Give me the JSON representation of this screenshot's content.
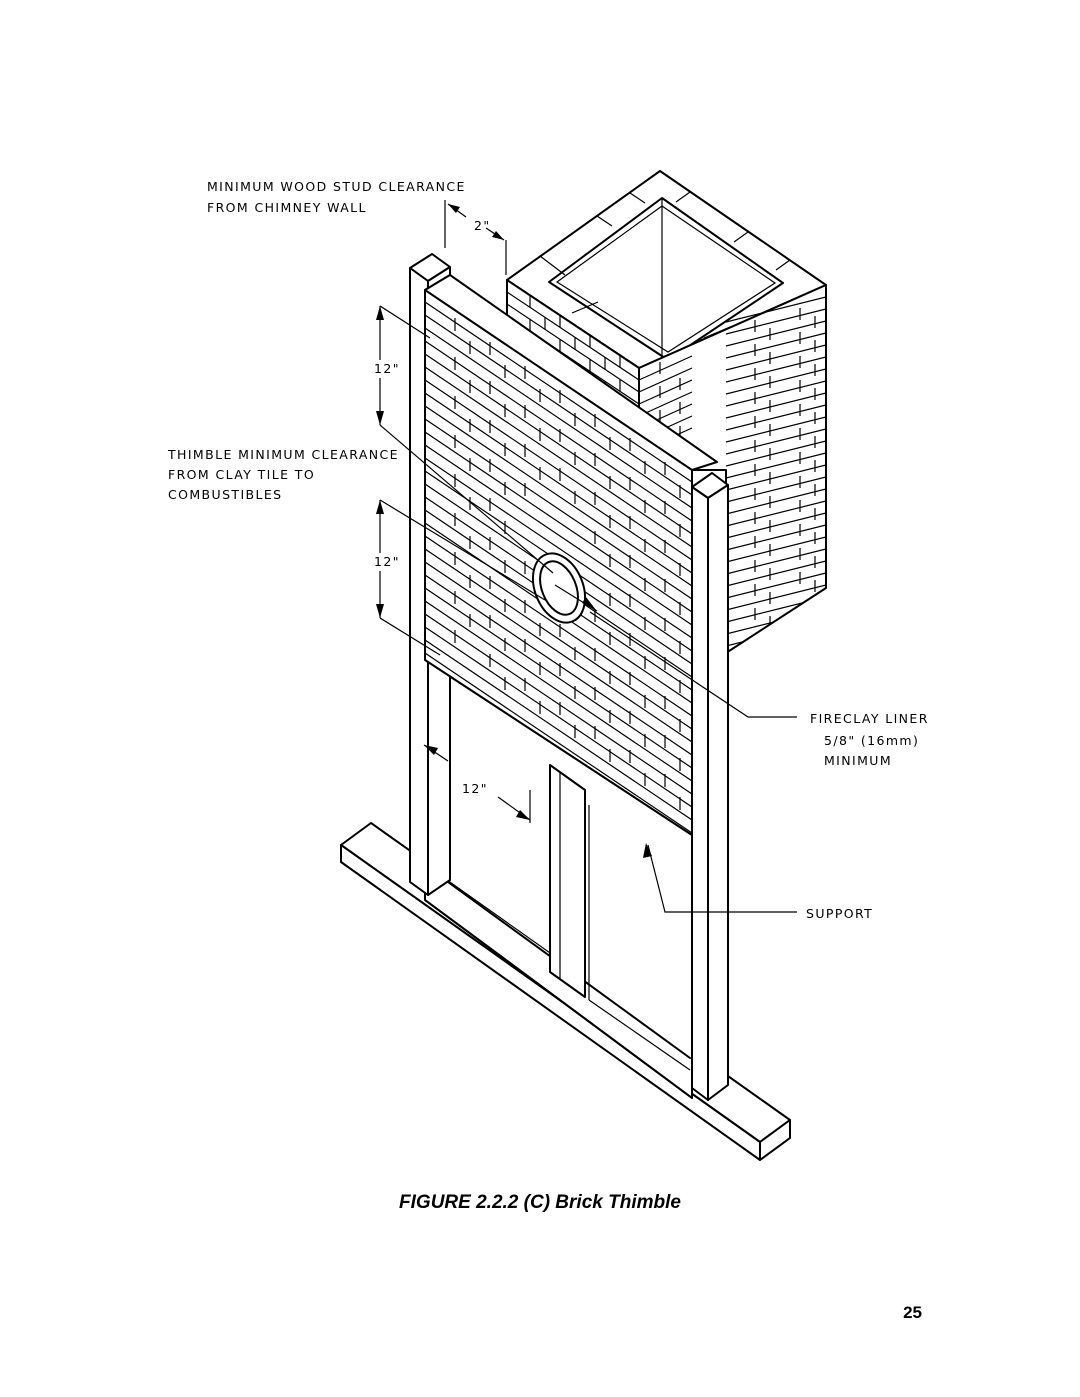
{
  "labels": {
    "stud_clearance_line1": "MINIMUM WOOD STUD CLEARANCE",
    "stud_clearance_line2": "FROM CHIMNEY WALL",
    "stud_clearance_value": "2\"",
    "thimble_line1": "THIMBLE MINIMUM CLEARANCE",
    "thimble_line2": "FROM CLAY TILE TO",
    "thimble_line3": "COMBUSTIBLES",
    "upper_dim": "12\"",
    "lower_dim": "12\"",
    "bottom_dim": "12\"",
    "liner_line1": "FIRECLAY LINER",
    "liner_line2": "5/8\" (16mm)",
    "liner_line3": "MINIMUM",
    "support": "SUPPORT"
  },
  "caption": "FIGURE 2.2.2 (C) Brick Thimble",
  "page_number": "25"
}
